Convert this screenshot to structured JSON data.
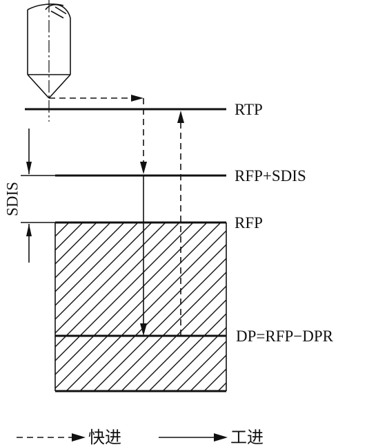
{
  "levels": {
    "rtp": "RTP",
    "rfp_sdis": "RFP+SDIS",
    "rfp": "RFP",
    "dp": "DP=RFP−DPR"
  },
  "dimension": {
    "sdis": "SDIS"
  },
  "legend": {
    "rapid": "快进",
    "feed": "工进"
  },
  "colors": {
    "ink": "#111111",
    "background": "#ffffff"
  }
}
